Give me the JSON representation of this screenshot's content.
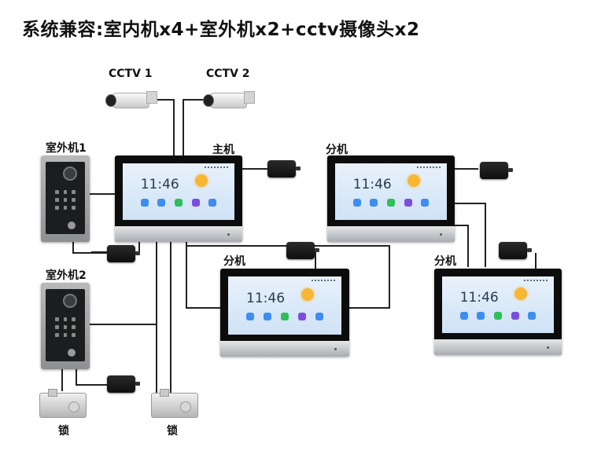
{
  "title": "系统兼容:室内机x4+室外机x2+cctv摄像头x2",
  "labels": {
    "cctv1": "CCTV 1",
    "cctv2": "CCTV 2",
    "outdoor1": "室外机1",
    "outdoor2": "室外机2",
    "main": "主机",
    "sub1": "分机",
    "sub2": "分机",
    "sub3": "分机",
    "lock1": "锁",
    "lock2": "锁"
  },
  "screen": {
    "clock": "11:46"
  },
  "colors": {
    "wire": "#222222",
    "monitor_frame": "#0c0c0c",
    "sun": "#f7b733",
    "app_colors": [
      "#3d8ef0",
      "#3d8ef0",
      "#2fbf5a",
      "#7a4de0",
      "#3d8ef0"
    ]
  },
  "icons": [
    "camera-icon",
    "doorbell-icon",
    "power-adapter-icon",
    "electric-lock-icon",
    "monitor-icon",
    "sun-icon"
  ]
}
